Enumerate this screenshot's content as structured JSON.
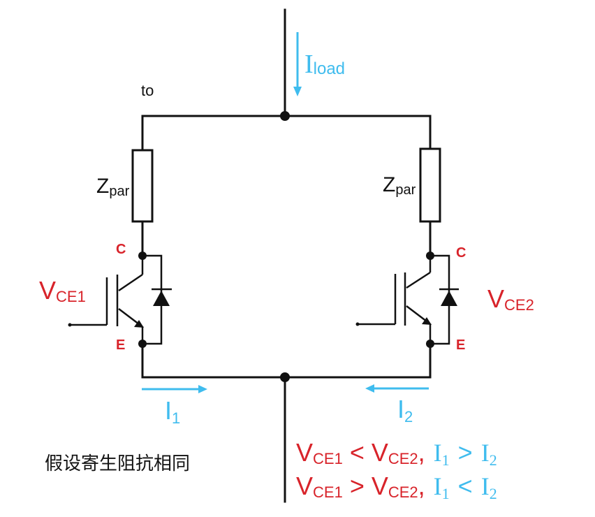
{
  "colors": {
    "wire": "#111111",
    "red": "#d8232a",
    "cyan": "#3fbcee",
    "text": "#111111"
  },
  "labels": {
    "to": "to",
    "iload_main": "I",
    "iload_sub": "load",
    "zpar_main": "Z",
    "zpar_sub": "par",
    "collector": "C",
    "emitter": "E",
    "v": "V",
    "ce1": "CE1",
    "ce2": "CE2",
    "i": "I",
    "one": "1",
    "two": "2",
    "note": "假设寄生阻抗相同"
  },
  "relations": [
    {
      "lhs_sub": "CE1",
      "op": "<",
      "rhs_sub": "CE2",
      "cur_op": ">"
    },
    {
      "lhs_sub": "CE1",
      "op": ">",
      "rhs_sub": "CE2",
      "cur_op": "<"
    }
  ]
}
